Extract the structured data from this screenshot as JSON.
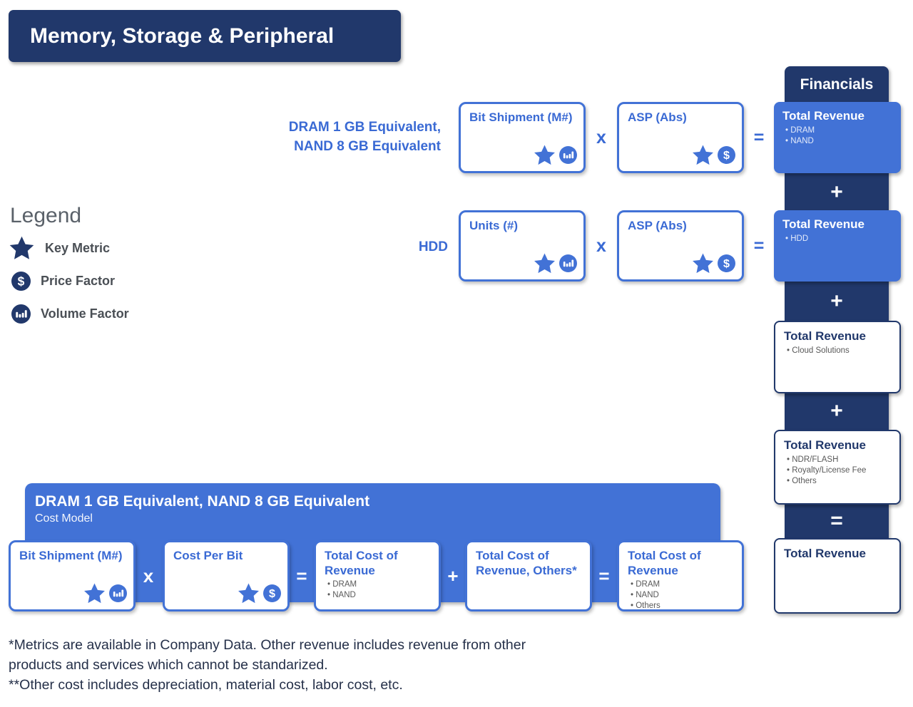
{
  "header": {
    "title": "Memory, Storage & Peripheral"
  },
  "colors": {
    "navy": "#21386B",
    "blue": "#4272D6",
    "blue_text": "#3A6AD4",
    "gray_text": "#595959"
  },
  "legend": {
    "title": "Legend",
    "items": [
      {
        "icon": "key-metric-star",
        "label": "Key Metric"
      },
      {
        "icon": "price-factor-dollar",
        "label": "Price Factor"
      },
      {
        "icon": "volume-factor-bars",
        "label": "Volume Factor"
      }
    ]
  },
  "revenue_rows": [
    {
      "label_lines": [
        "DRAM 1 GB Equivalent,",
        "NAND 8 GB Equivalent"
      ],
      "factor1": {
        "title": "Bit Shipment (M#)",
        "icons": [
          "key-metric-star",
          "volume-factor-bars"
        ]
      },
      "times": "x",
      "factor2": {
        "title": "ASP (Abs)",
        "icons": [
          "key-metric-star",
          "price-factor-dollar"
        ]
      },
      "equals": "="
    },
    {
      "label_lines": [
        "HDD"
      ],
      "factor1": {
        "title": "Units (#)",
        "icons": [
          "key-metric-star",
          "volume-factor-bars"
        ]
      },
      "times": "x",
      "factor2": {
        "title": "ASP (Abs)",
        "icons": [
          "key-metric-star",
          "price-factor-dollar"
        ]
      },
      "equals": "="
    }
  ],
  "financials": {
    "header": "Financials",
    "op1": "+",
    "op2": "+",
    "op3": "+",
    "op4": "=",
    "boxes": [
      {
        "title": "Total Revenue",
        "style": "filled",
        "bullets": [
          "DRAM",
          "NAND"
        ]
      },
      {
        "title": "Total Revenue",
        "style": "filled",
        "bullets": [
          "HDD"
        ]
      },
      {
        "title": "Total Revenue",
        "style": "outline",
        "bullets": [
          "Cloud Solutions"
        ]
      },
      {
        "title": "Total Revenue",
        "style": "outline",
        "bullets": [
          "NDR/FLASH",
          "Royalty/License Fee",
          "Others"
        ]
      },
      {
        "title": "Total Revenue",
        "style": "outline",
        "bullets": []
      }
    ]
  },
  "cost_model": {
    "banner_title": "DRAM 1 GB Equivalent, NAND 8 GB Equivalent",
    "banner_subtitle": "Cost Model",
    "box1": {
      "title": "Bit Shipment (M#)",
      "icons": [
        "key-metric-star",
        "volume-factor-bars"
      ]
    },
    "op1": "x",
    "box2": {
      "title": "Cost Per Bit",
      "icons": [
        "key-metric-star",
        "price-factor-dollar"
      ]
    },
    "op2": "=",
    "box3": {
      "title": "Total Cost of Revenue",
      "bullets": [
        "DRAM",
        "NAND"
      ]
    },
    "op3": "+",
    "box4": {
      "title": "Total Cost of Revenue, Others*",
      "bullets": []
    },
    "op4": "=",
    "box5": {
      "title": "Total Cost of Revenue",
      "bullets": [
        "DRAM",
        "NAND",
        "Others"
      ]
    }
  },
  "footnotes": [
    "*Metrics are available in Company Data. Other revenue includes revenue from other products and services which cannot be standarized.",
    "**Other cost includes depreciation, material cost, labor cost, etc."
  ]
}
